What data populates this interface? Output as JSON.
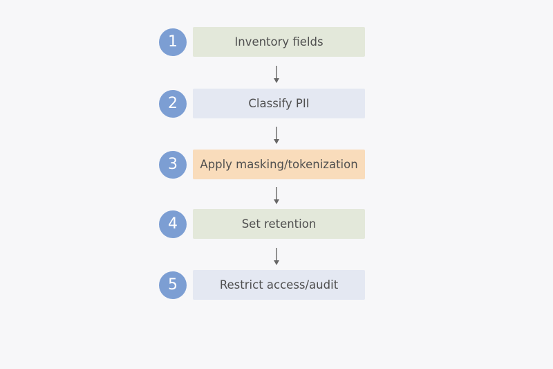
{
  "steps": [
    {
      "number": "1",
      "label": "Inventory fields",
      "color": "#e3e8da"
    },
    {
      "number": "2",
      "label": "Classify PII",
      "color": "#e4e8f2"
    },
    {
      "number": "3",
      "label": "Apply masking/tokenization",
      "color": "#f9dcbb"
    },
    {
      "number": "4",
      "label": "Set retention",
      "color": "#e3e8da"
    },
    {
      "number": "5",
      "label": "Restrict access/audit",
      "color": "#e4e8f2"
    }
  ],
  "colors": {
    "circle": "#7c9ed3",
    "arrow": "#666666",
    "background": "#f7f7f9"
  }
}
